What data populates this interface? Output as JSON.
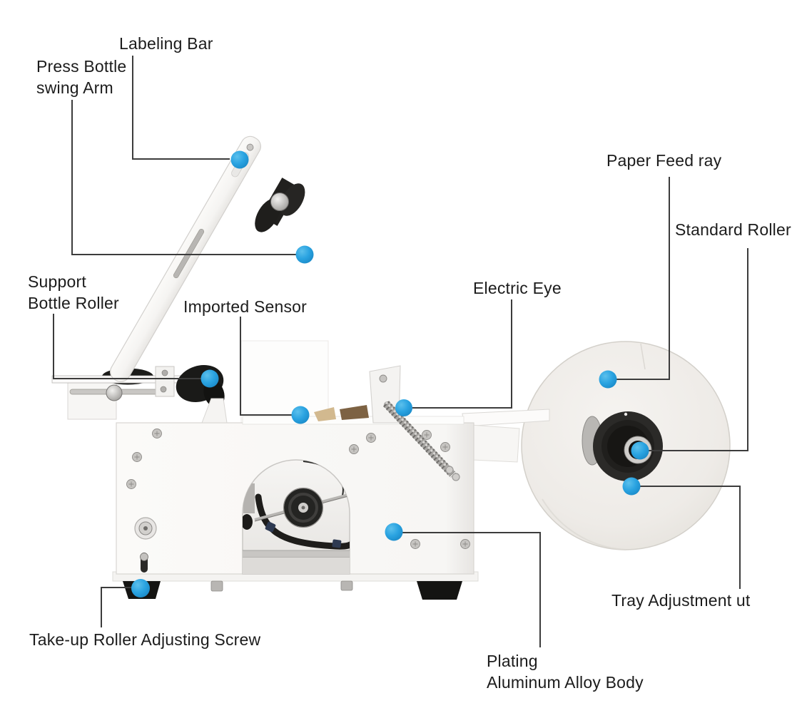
{
  "figure": {
    "description": "Round bottle labeling machine annotated parts diagram",
    "background_color": "#ffffff",
    "accent_dot_color": "#2aa3e1",
    "leader_line_color": "#3c3c3c",
    "text_color": "#1c1c1c",
    "machine_body_color": "#fbfaf8",
    "roll_disc_color": "#efedea"
  },
  "callouts": {
    "labeling_bar": {
      "text": "Labeling Bar"
    },
    "press_bottle_swing_arm": {
      "line1": "Press Bottle",
      "line2": "swing Arm"
    },
    "support_bottle_roller": {
      "line1": "Support",
      "line2": "Bottle Roller"
    },
    "imported_sensor": {
      "text": "Imported Sensor"
    },
    "electric_eye": {
      "text": "Electric Eye"
    },
    "paper_feed_tray": {
      "text": "Paper Feed ray"
    },
    "standard_roller": {
      "text": "Standard Roller"
    },
    "tray_adjustment_nut": {
      "text": "Tray Adjustment ut"
    },
    "take_up_roller_adjusting_screw": {
      "text": "Take-up Roller Adjusting Screw"
    },
    "plating_aluminum_alloy_body": {
      "line1": "Plating",
      "line2": "Aluminum Alloy Body"
    }
  },
  "parts": [
    "swing-arm",
    "labeling-bar-slot",
    "arm-roller",
    "tension-spring",
    "machine-body",
    "arch-opening",
    "label-roll-disc",
    "roll-hub",
    "paper-feed-tray",
    "support-bar",
    "bottle-roller",
    "adjust-knob",
    "take-up-screw",
    "machine-foot",
    "cable-port"
  ]
}
